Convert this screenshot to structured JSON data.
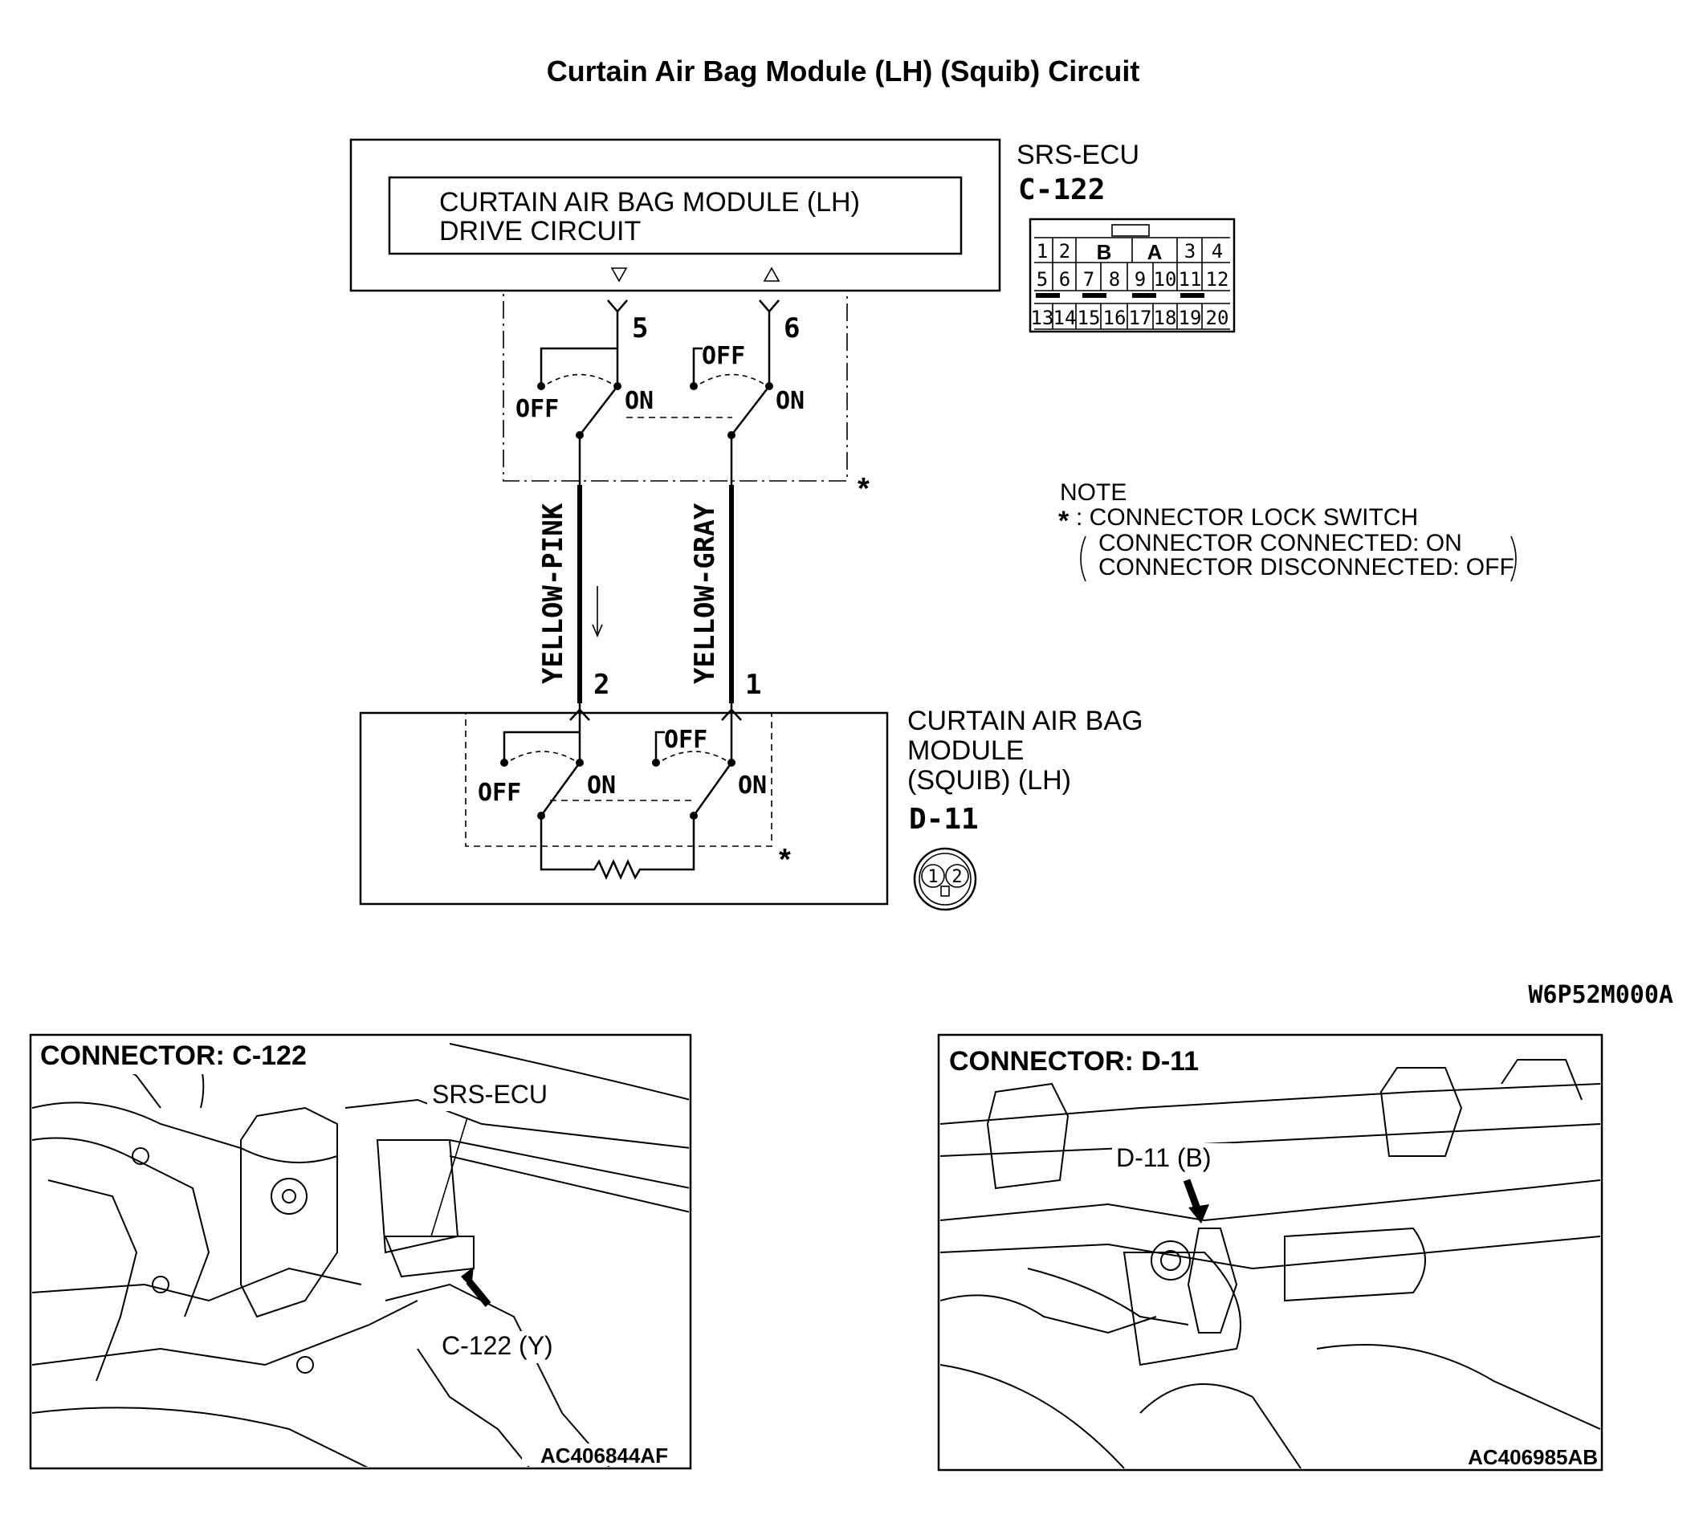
{
  "title": "Curtain Air Bag Module (LH) (Squib) Circuit",
  "ecu": {
    "name": "SRS-ECU",
    "connector": "C-122",
    "inner_label_line1": "CURTAIN AIR BAG MODULE (LH)",
    "inner_label_line2": "DRIVE CIRCUIT",
    "pin_left": "5",
    "pin_right": "6",
    "pin_grid_row1": [
      "1",
      "2",
      "B",
      "A",
      "3",
      "4"
    ],
    "pin_grid_row2": [
      "5",
      "6",
      "7",
      "8",
      "9",
      "10",
      "11",
      "12"
    ],
    "pin_grid_row3": [
      "13",
      "14",
      "15",
      "16",
      "17",
      "18",
      "19",
      "20"
    ]
  },
  "switch_labels": {
    "off": "OFF",
    "on": "ON",
    "asterisk": "*"
  },
  "wires": {
    "left": "YELLOW-PINK",
    "right": "YELLOW-GRAY"
  },
  "module": {
    "name_line1": "CURTAIN AIR BAG",
    "name_line2": "MODULE",
    "name_line3": "(SQUIB) (LH)",
    "connector": "D-11",
    "pin_left": "2",
    "pin_right": "1",
    "connector_pins": [
      "1",
      "2"
    ]
  },
  "note": {
    "heading": "NOTE",
    "line1": ": CONNECTOR LOCK SWITCH",
    "line2": "CONNECTOR CONNECTED: ON",
    "line3": "CONNECTOR DISCONNECTED: OFF"
  },
  "diagram_code": "W6P52M000A",
  "photo_left": {
    "heading": "CONNECTOR: C-122",
    "label_ecu": "SRS-ECU",
    "label_connector": "C-122 (Y)",
    "code": "AC406844AF"
  },
  "photo_right": {
    "heading": "CONNECTOR: D-11",
    "label_connector": "D-11 (B)",
    "code": "AC406985AB"
  }
}
